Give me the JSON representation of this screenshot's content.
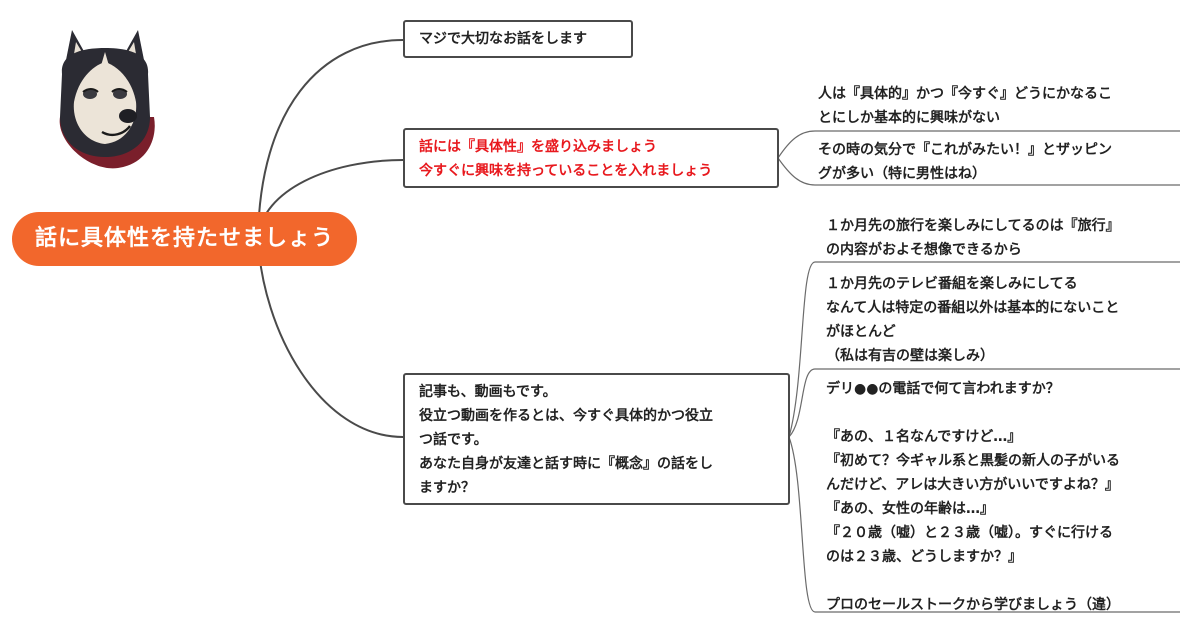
{
  "root": {
    "label": "話に具体性を持たせましょう"
  },
  "topics": [
    {
      "lines": [
        "マジで大切なお話をします"
      ]
    },
    {
      "lines": [
        "話には『具体性』を盛り込みましょう",
        "今すぐに興味を持っていることを入れましょう"
      ],
      "color": "#e8191e",
      "subtopics": [
        {
          "lines": [
            "人は『具体的』かつ『今すぐ』どうにかなるこ",
            "とにしか基本的に興味がない"
          ]
        },
        {
          "lines": [
            "その時の気分で『これがみたい！』とザッピン",
            "グが多い（特に男性はね）"
          ],
          "color": "#e8191e"
        }
      ]
    },
    {
      "lines": [
        "記事も、動画もです。",
        "役立つ動画を作るとは、今すぐ具体的かつ役立",
        "つ話です。",
        "あなた自身が友達と話す時に『概念』の話をし",
        "ますか？"
      ],
      "subtopics": [
        {
          "lines": [
            "１か月先の旅行を楽しみにしてるのは『旅行』",
            "の内容がおよそ想像できるから"
          ]
        },
        {
          "lines": [
            "１か月先のテレビ番組を楽しみにしてる",
            "なんて人は特定の番組以外は基本的にないこと",
            "がほとんど",
            "（私は有吉の壁は楽しみ）"
          ]
        },
        {
          "lines": [
            "デリ●●の電話で何て言われますか？",
            "",
            "『あの、１名なんですけど…』",
            "『初めて？今ギャル系と黒髪の新人の子がいる",
            "んだけど、アレは大きい方がいいですよね？』",
            "『あの、女性の年齢は…』",
            "『２０歳（嘘）と２３歳（嘘）。すぐに行ける",
            "のは２３歳、どうしますか？』",
            "",
            "プロのセールストークから学びましょう（違）"
          ]
        }
      ]
    }
  ],
  "colors": {
    "root": "#f2672c",
    "accent_red": "#e8191e",
    "line": "#4a4a4a"
  },
  "icons": {
    "mascot": "husky-dog-icon"
  }
}
